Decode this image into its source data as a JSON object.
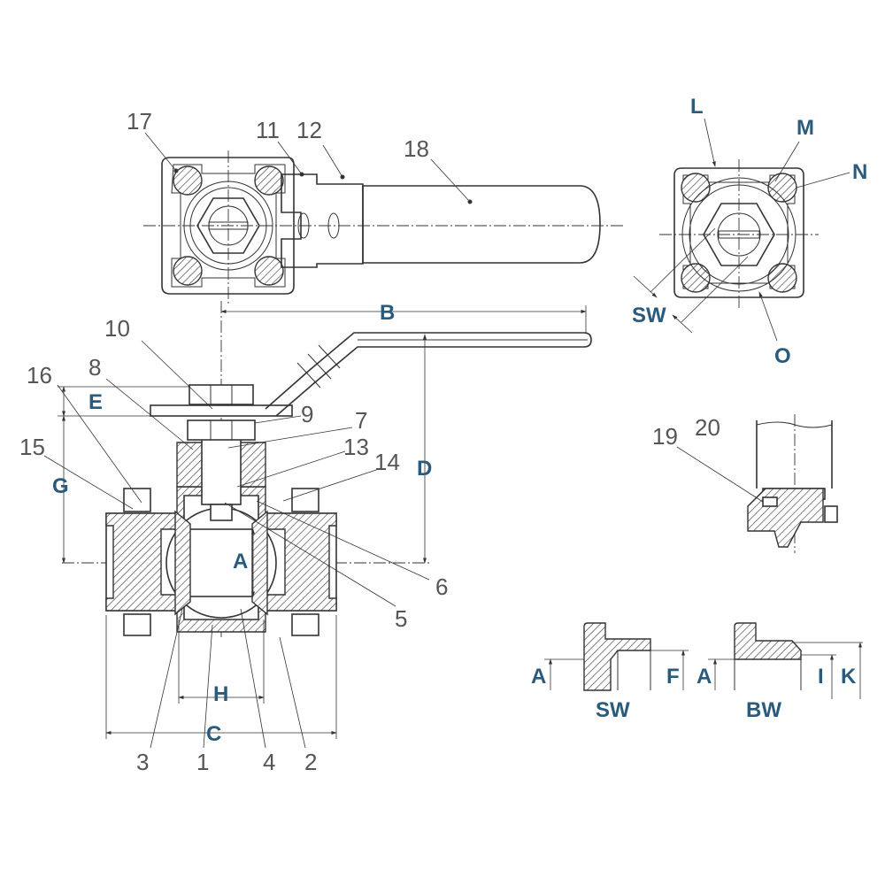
{
  "title": "3-piece ball valve exploded section drawing",
  "colors": {
    "line": "#333333",
    "part_number": "#555555",
    "dimension_letter": "#2b5b7c"
  },
  "top_view": {
    "parts": [
      "17",
      "11",
      "12",
      "18"
    ]
  },
  "side_view": {
    "dims": [
      "L",
      "M",
      "N",
      "SW",
      "O"
    ]
  },
  "section_view": {
    "parts": [
      "10",
      "8",
      "16",
      "9",
      "7",
      "15",
      "13",
      "14",
      "6",
      "5",
      "3",
      "1",
      "4",
      "2"
    ],
    "dims": [
      "B",
      "E",
      "D",
      "G",
      "A",
      "H",
      "C"
    ]
  },
  "detail_view": {
    "parts": [
      "19",
      "20"
    ]
  },
  "end_views": {
    "sw": {
      "label": "SW",
      "dims": [
        "A",
        "F"
      ]
    },
    "bw": {
      "label": "BW",
      "dims": [
        "A",
        "I",
        "K"
      ]
    }
  }
}
